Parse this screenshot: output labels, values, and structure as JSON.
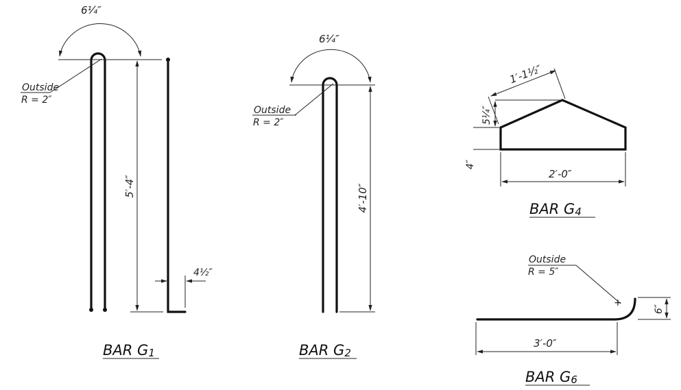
{
  "bars": [
    {
      "id": "g1",
      "title_main": "BAR G",
      "title_sub": "1",
      "hook_angle": "6¼″",
      "bend_label": "Outside",
      "bend_radius": "R = 2″",
      "length": "5′-4″",
      "leg": "4½″"
    },
    {
      "id": "g2",
      "title_main": "BAR G",
      "title_sub": "2",
      "hook_angle": "6¼″",
      "bend_label": "Outside",
      "bend_radius": "R = 2″",
      "length": "4′-10″"
    },
    {
      "id": "g4",
      "title_main": "BAR G",
      "title_sub": "4",
      "slope_length": "1′-1½″",
      "rise": "5¼″",
      "base_height": "4″",
      "width": "2′-0″"
    },
    {
      "id": "g6",
      "title_main": "BAR G",
      "title_sub": "6",
      "bend_label": "Outside",
      "bend_radius": "R = 5″",
      "height": "6″",
      "length": "3′-0″"
    }
  ]
}
